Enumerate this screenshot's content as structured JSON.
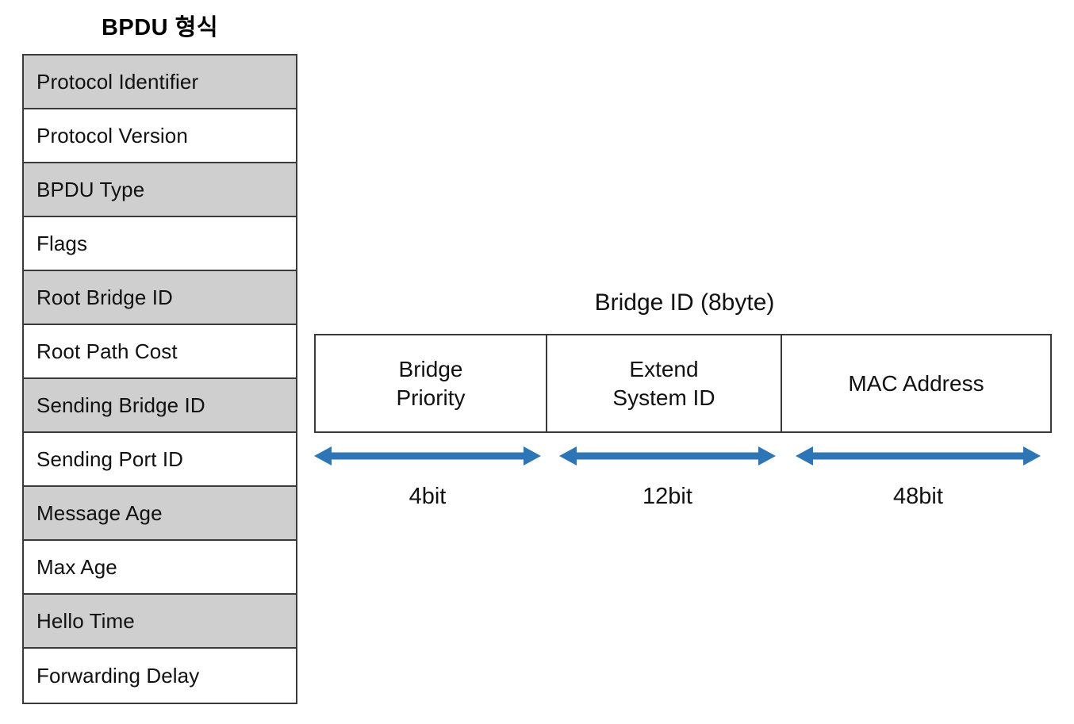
{
  "bpdu_panel": {
    "title": "BPDU 형식",
    "rows": [
      {
        "label": "Protocol Identifier",
        "shaded": true
      },
      {
        "label": "Protocol Version",
        "shaded": false
      },
      {
        "label": "BPDU Type",
        "shaded": true
      },
      {
        "label": "Flags",
        "shaded": false
      },
      {
        "label": "Root Bridge ID",
        "shaded": true
      },
      {
        "label": "Root Path Cost",
        "shaded": false
      },
      {
        "label": "Sending Bridge ID",
        "shaded": true
      },
      {
        "label": "Sending Port ID",
        "shaded": false
      },
      {
        "label": "Message Age",
        "shaded": true
      },
      {
        "label": "Max Age",
        "shaded": false
      },
      {
        "label": "Hello Time",
        "shaded": true
      },
      {
        "label": "Forwarding Delay",
        "shaded": false
      }
    ]
  },
  "bridge_id_panel": {
    "caption": "Bridge ID (8byte)",
    "fields": [
      {
        "label": "Bridge\nPriority",
        "bits": "4bit"
      },
      {
        "label": "Extend\nSystem ID",
        "bits": "12bit"
      },
      {
        "label": "MAC Address",
        "bits": "48bit"
      }
    ]
  },
  "colors": {
    "shaded_row_fill": "#cfcfcf",
    "border": "#3a3a3a",
    "arrow_blue": "#2e75b6",
    "text": "#111111",
    "background": "#ffffff"
  }
}
